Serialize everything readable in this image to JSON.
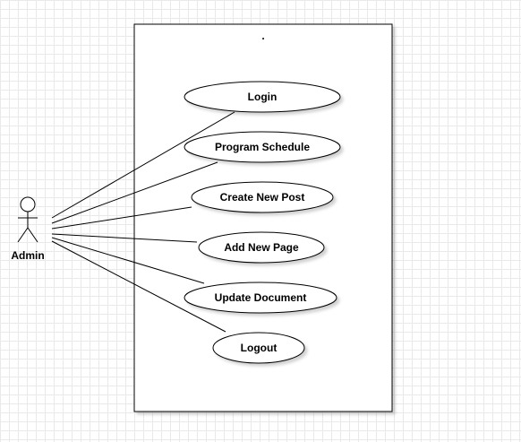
{
  "diagram": {
    "system_title": ".",
    "actor": {
      "label": "Admin",
      "icon": "stick-figure-icon"
    },
    "use_cases": [
      {
        "label": "Login"
      },
      {
        "label": "Program Schedule"
      },
      {
        "label": "Create New Post"
      },
      {
        "label": "Add New Page"
      },
      {
        "label": "Update Document"
      },
      {
        "label": "Logout"
      }
    ]
  }
}
